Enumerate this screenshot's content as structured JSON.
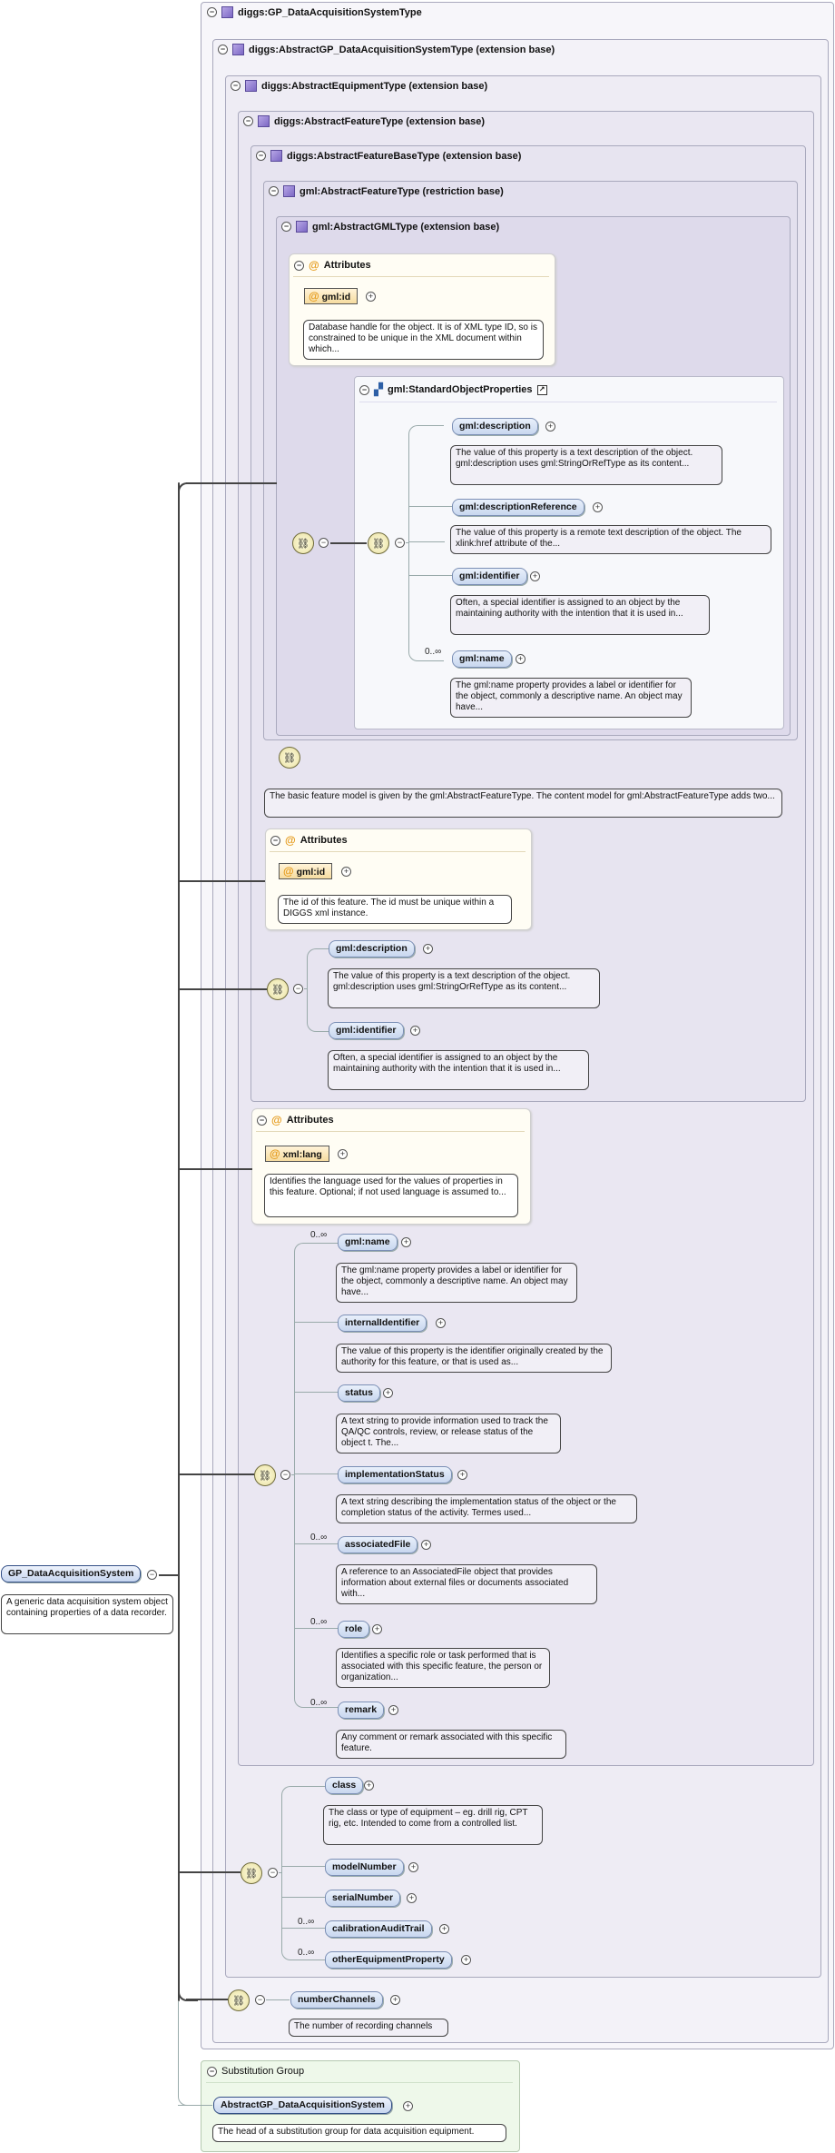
{
  "boxes": {
    "gp_type": "diggs:GP_DataAcquisitionSystemType",
    "abstract_gp_type": "diggs:AbstractGP_DataAcquisitionSystemType (extension base)",
    "abstract_equipment": "diggs:AbstractEquipmentType (extension base)",
    "abstract_feature": "diggs:AbstractFeatureType (extension base)",
    "abstract_feature_base": "diggs:AbstractFeatureBaseType (extension base)",
    "gml_abstract_feature": "gml:AbstractFeatureType (restriction base)",
    "gml_abstract_gml": "gml:AbstractGMLType (extension base)",
    "std_object_props": "gml:StandardObjectProperties",
    "substitution_group": "Substitution Group"
  },
  "attributes_label": "Attributes",
  "gml_attrs": {
    "id_name": "gml:id",
    "id_doc": "Database handle for the object. It is of XML type ID, so is constrained to be unique in the XML document within which..."
  },
  "std_props": [
    {
      "name": "gml:description",
      "doc": "The value of this property is a text description of the object. gml:description uses gml:StringOrRefType as its content...",
      "mult": ""
    },
    {
      "name": "gml:descriptionReference",
      "doc": "The value of this property is a remote text description of the object. The xlink:href attribute of the...",
      "mult": ""
    },
    {
      "name": "gml:identifier",
      "doc": "Often, a special identifier is assigned to an object by the maintaining authority with the intention that it is used in...",
      "mult": ""
    },
    {
      "name": "gml:name",
      "doc": "The gml:name property provides a label or identifier for the object, commonly a descriptive name. An object may have...",
      "mult": "0..∞"
    }
  ],
  "feature_doc": "The basic feature model is given by the gml:AbstractFeatureType. The content model for gml:AbstractFeatureType adds two...",
  "base_attrs": {
    "id_name": "gml:id",
    "id_doc": "The id of this feature. The id must be unique within a DIGGS xml instance."
  },
  "base_elements": [
    {
      "name": "gml:description",
      "doc": "The value of this property is a text description of the object. gml:description uses gml:StringOrRefType as its content..."
    },
    {
      "name": "gml:identifier",
      "doc": "Often, a special identifier is assigned to an object by the maintaining authority with the intention that it is used in..."
    }
  ],
  "feature_attrs": {
    "lang_name": "xml:lang",
    "lang_doc": "Identifies the language used for the values of properties in this feature. Optional; if not used language is assumed to..."
  },
  "feature_elements": [
    {
      "name": "gml:name",
      "mult": "0..∞",
      "doc": "The gml:name property provides a label or identifier for the object, commonly a descriptive name. An object may have..."
    },
    {
      "name": "internalIdentifier",
      "mult": "",
      "doc": "The value of this property is the identifier originally created by the authority for this feature, or that is used as..."
    },
    {
      "name": "status",
      "mult": "",
      "doc": "A text string to provide information used to track the QA/QC controls, review, or release status of the object t. The..."
    },
    {
      "name": "implementationStatus",
      "mult": "",
      "doc": "A text string describing the implementation status of the object or the completion status of the activity. Termes used..."
    },
    {
      "name": "associatedFile",
      "mult": "0..∞",
      "doc": "A reference to an AssociatedFile object that provides information about external files or documents associated with..."
    },
    {
      "name": "role",
      "mult": "0..∞",
      "doc": "Identifies a specific role or task performed that is associated with this specific feature, the person or organization..."
    },
    {
      "name": "remark",
      "mult": "0..∞",
      "doc": "Any comment or remark associated with this specific feature."
    }
  ],
  "equipment_elements": [
    {
      "name": "class",
      "mult": "",
      "doc": "The class or type of equipment – eg. drill rig, CPT rig, etc. Intended to come from a controlled list."
    },
    {
      "name": "modelNumber",
      "mult": "",
      "doc": ""
    },
    {
      "name": "serialNumber",
      "mult": "",
      "doc": ""
    },
    {
      "name": "calibrationAuditTrail",
      "mult": "0..∞",
      "doc": ""
    },
    {
      "name": "otherEquipmentProperty",
      "mult": "0..∞",
      "doc": ""
    }
  ],
  "gp_elements": [
    {
      "name": "numberChannels",
      "doc": "The number of recording channels"
    }
  ],
  "root": {
    "name": "GP_DataAcquisitionSystem",
    "doc": "A generic data acquisition system object containing properties of a data recorder."
  },
  "substitution": {
    "name": "AbstractGP_DataAcquisitionSystem",
    "doc": "The head of a substitution group for data acquisition equipment."
  },
  "colors": {
    "box_bg": "#f4f3f8",
    "box_inner_bg": "#ebe8f3",
    "subst_bg": "#eef8ea"
  }
}
